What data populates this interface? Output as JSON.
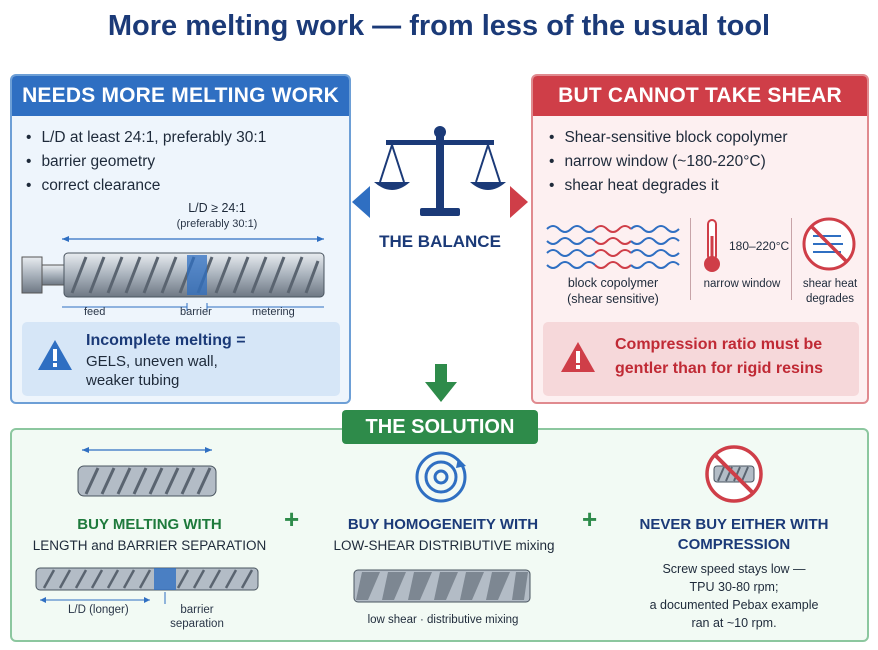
{
  "title": "More melting work — from less of the usual tool",
  "left_panel": {
    "header": "NEEDS MORE MELTING WORK",
    "bullets": [
      "L/D at least 24:1, preferably 30:1",
      "barrier geometry",
      "correct clearance"
    ],
    "dim_label": "L/D ≥ 24:1",
    "dim_sublabel": "(preferably 30:1)",
    "zones": [
      "feed",
      "barrier",
      "metering"
    ],
    "warning_title": "Incomplete melting =",
    "warning_lines": [
      "GELS, uneven wall,",
      "weaker tubing"
    ]
  },
  "center": {
    "label": "THE BALANCE"
  },
  "right_panel": {
    "header": "BUT CANNOT TAKE SHEAR",
    "bullets": [
      "Shear-sensitive block copolymer",
      "narrow window (~180-220°C)",
      "shear heat degrades it"
    ],
    "icon1_label": [
      "block copolymer",
      "(shear sensitive)"
    ],
    "temp_range": "180–220°C",
    "icon2_label": "narrow window",
    "icon3_label": [
      "shear heat",
      "degrades"
    ],
    "warning_lines": [
      "Compression ratio must be",
      "gentler than for rigid resins"
    ]
  },
  "solution": {
    "tab": "THE SOLUTION",
    "col1": {
      "head": "BUY MELTING WITH",
      "sub": "LENGTH and BARRIER SEPARATION",
      "label_a": "L/D (longer)",
      "label_b": [
        "barrier",
        "separation"
      ]
    },
    "col2": {
      "head": "BUY HOMOGENEITY WITH",
      "sub": "LOW-SHEAR DISTRIBUTIVE mixing",
      "caption": "low shear · distributive mixing"
    },
    "col3": {
      "head": [
        "NEVER BUY EITHER WITH",
        "COMPRESSION"
      ],
      "text": [
        "Screw speed stays low —",
        "TPU 30-80 rpm;",
        "a documented Pebax example",
        "ran at ~10 rpm."
      ]
    },
    "plus": "+"
  },
  "colors": {
    "blue": "#2f6fc2",
    "red": "#cf3e48",
    "green": "#2e8b4a",
    "navy": "#1b3a78"
  }
}
